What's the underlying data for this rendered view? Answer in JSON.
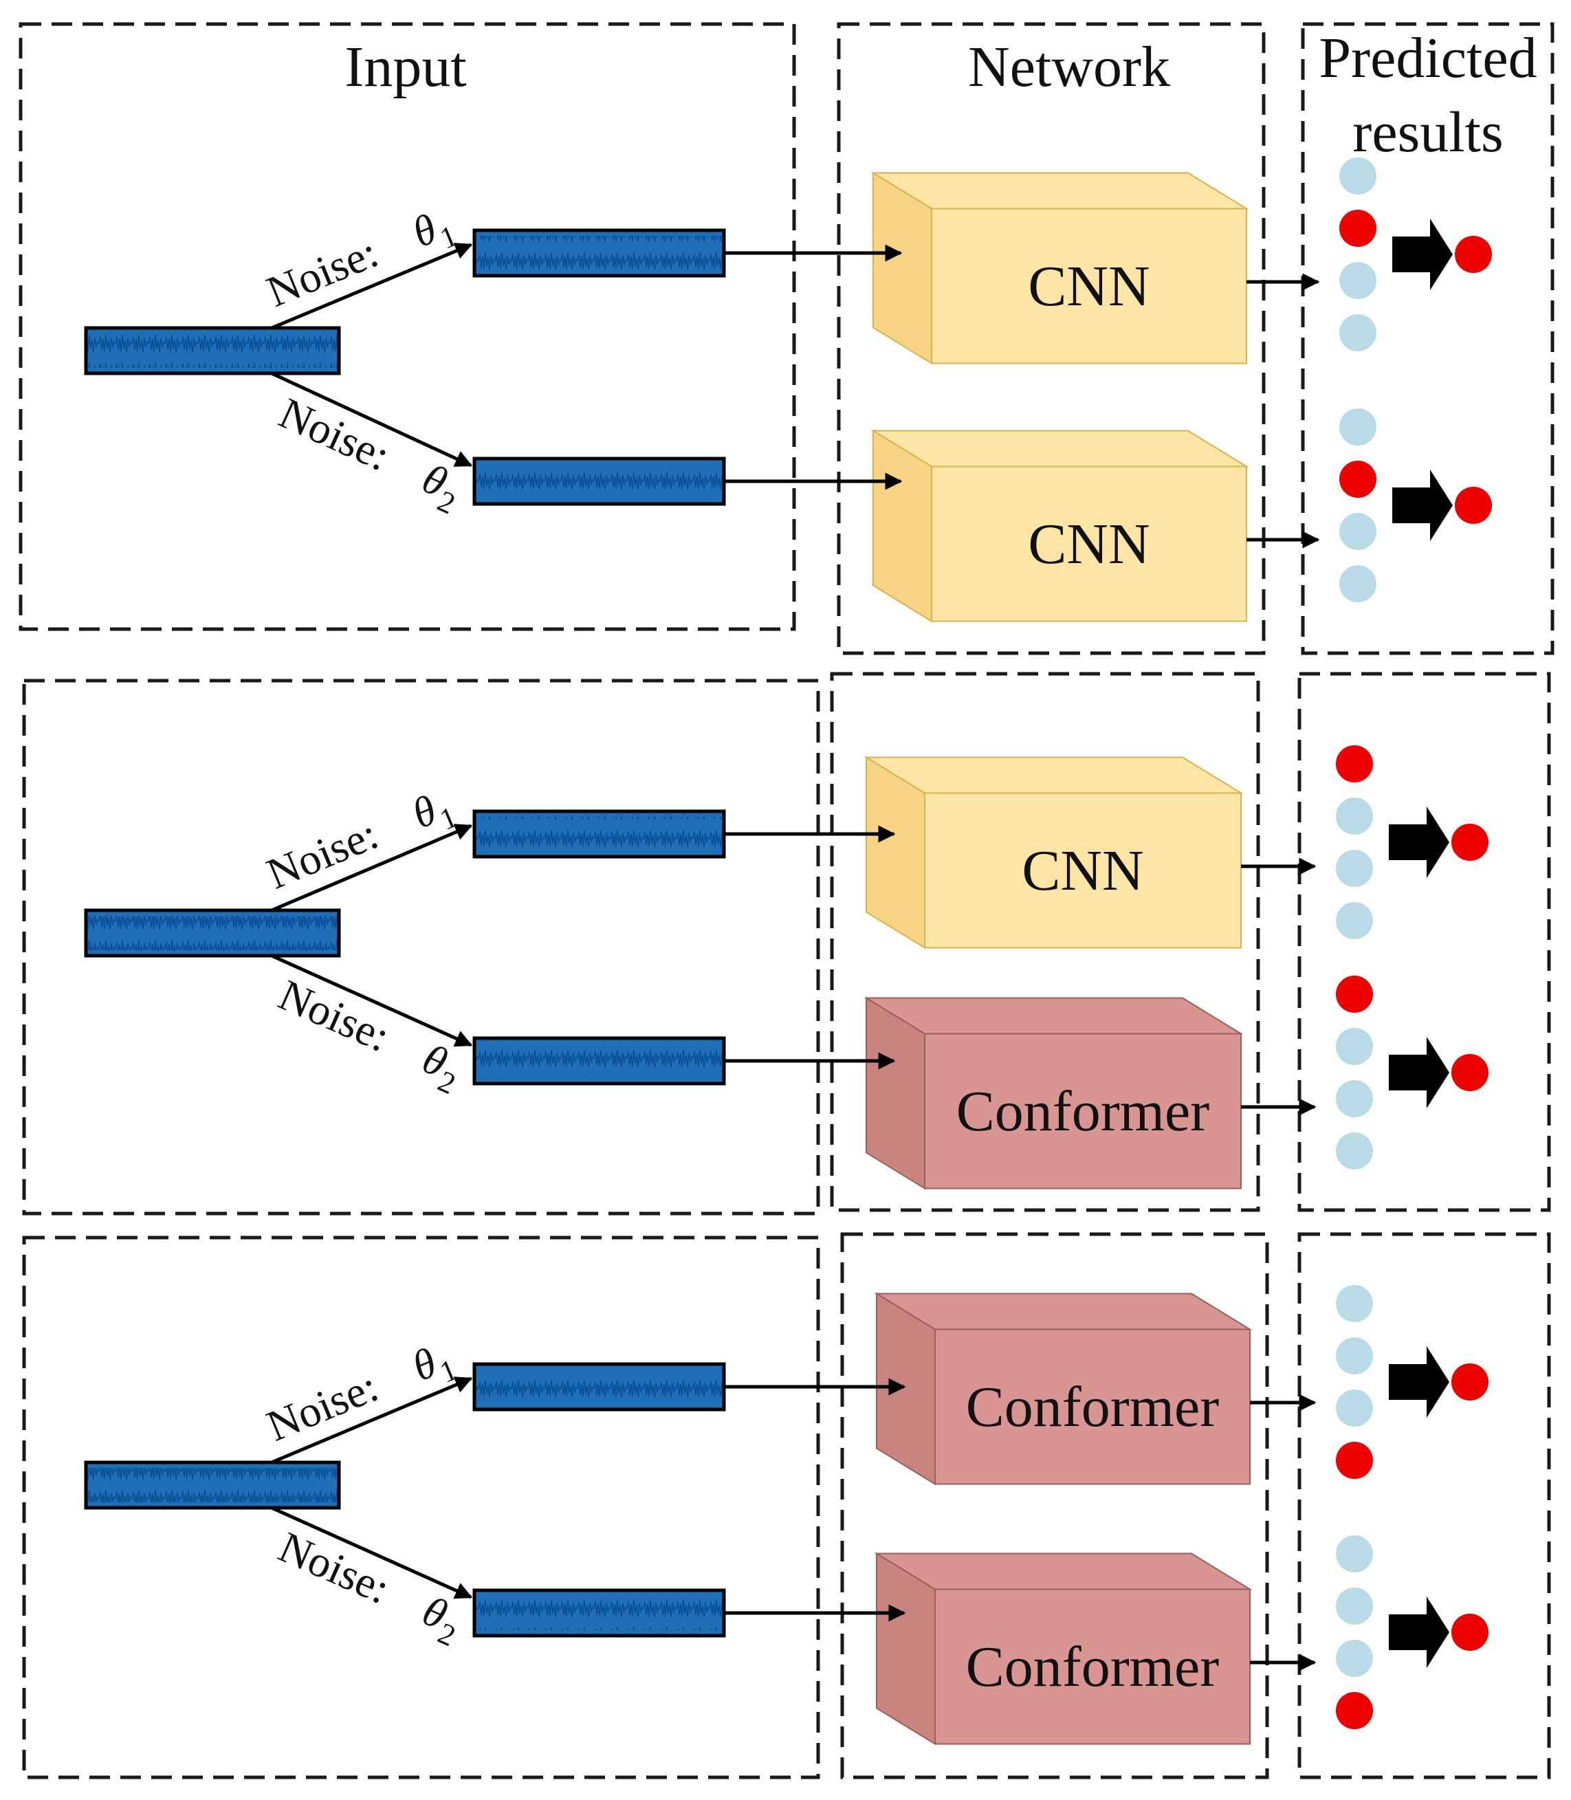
{
  "headers": {
    "input": "Input",
    "network": "Network",
    "predicted_line1": "Predicted",
    "predicted_line2": "results"
  },
  "noise_label": "Noise:",
  "theta_symbol": "θ",
  "subscripts": [
    "1",
    "2"
  ],
  "colors": {
    "signal_fill": "#1f6fb8",
    "cnn_front": "#fde6a5",
    "cnn_side": "#f6d483",
    "cnn_border": "#d8b24d",
    "conformer_front": "#d99592",
    "conformer_side": "#c98480",
    "conformer_border": "#9c5e5a",
    "dot_inactive": "#b9dbe8",
    "dot_active": "#ee0000",
    "arrow": "#000000"
  },
  "rows": [
    {
      "networks": [
        {
          "type": "cnn",
          "label": "CNN"
        },
        {
          "type": "cnn",
          "label": "CNN"
        }
      ],
      "predictions": [
        {
          "dots": [
            "inactive",
            "active",
            "inactive",
            "inactive"
          ],
          "result": "active"
        },
        {
          "dots": [
            "inactive",
            "active",
            "inactive",
            "inactive"
          ],
          "result": "active"
        }
      ]
    },
    {
      "networks": [
        {
          "type": "cnn",
          "label": "CNN"
        },
        {
          "type": "conformer",
          "label": "Conformer"
        }
      ],
      "predictions": [
        {
          "dots": [
            "active",
            "inactive",
            "inactive",
            "inactive"
          ],
          "result": "active"
        },
        {
          "dots": [
            "active",
            "inactive",
            "inactive",
            "inactive"
          ],
          "result": "active"
        }
      ]
    },
    {
      "networks": [
        {
          "type": "conformer",
          "label": "Conformer"
        },
        {
          "type": "conformer",
          "label": "Conformer"
        }
      ],
      "predictions": [
        {
          "dots": [
            "inactive",
            "inactive",
            "inactive",
            "active"
          ],
          "result": "active"
        },
        {
          "dots": [
            "inactive",
            "inactive",
            "inactive",
            "active"
          ],
          "result": "active"
        }
      ]
    }
  ]
}
